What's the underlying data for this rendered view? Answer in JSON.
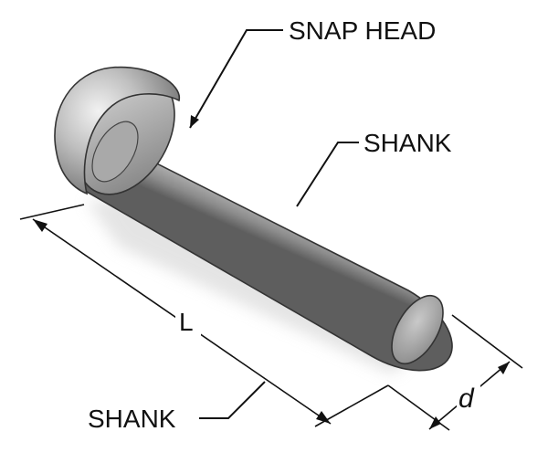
{
  "diagram": {
    "labels": {
      "snap_head": "SNAP HEAD",
      "shank_upper": "SHANK",
      "shank_lower": "SHANK",
      "length_symbol": "L",
      "diameter_symbol": "d"
    }
  }
}
